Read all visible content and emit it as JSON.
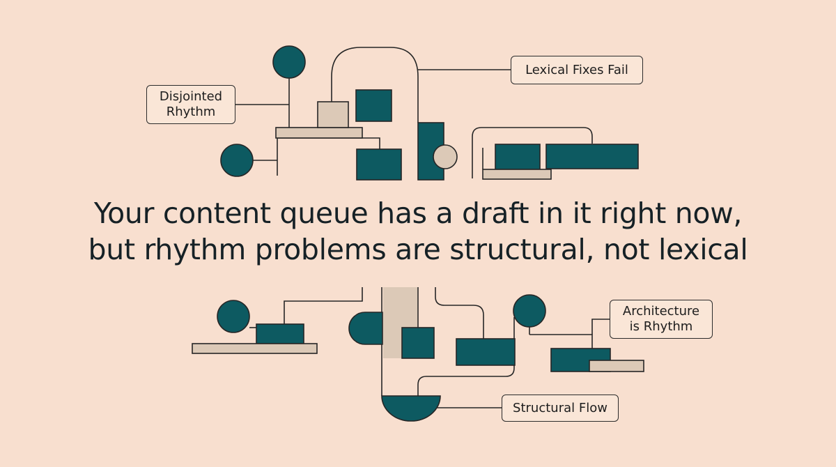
{
  "headline": {
    "line1": "Your content queue has a draft in it right now,",
    "line2": "but rhythm problems are structural, not lexical"
  },
  "callouts": {
    "disjointed": [
      "Disjointed",
      "Rhythm"
    ],
    "lexical": "Lexical Fixes Fail",
    "architecture": [
      "Architecture",
      "is Rhythm"
    ],
    "structural": "Structural Flow"
  },
  "colors": {
    "background": "#f8dfcf",
    "teal": "#0d5a61",
    "beige": "#dcc9b7",
    "line": "#262626",
    "text": "#162126"
  }
}
